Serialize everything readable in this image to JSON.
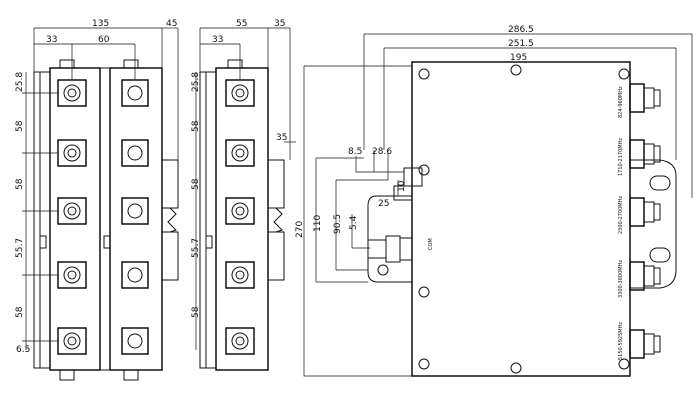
{
  "diagram": {
    "left_view": {
      "top_dims": [
        "135",
        "45",
        "33",
        "60"
      ],
      "side_dims": [
        "25.8",
        "58",
        "58",
        "55.7",
        "58",
        "6.5"
      ]
    },
    "middle_view": {
      "top_dims": [
        "55",
        "35",
        "33"
      ],
      "side_dims": [
        "25.8",
        "58",
        "58",
        "55.7",
        "58"
      ],
      "right_dim": "35"
    },
    "right_view": {
      "top_dims": [
        "286.5",
        "251.5",
        "195"
      ],
      "left_dims": [
        "270",
        "110",
        "90.5",
        "5.4"
      ],
      "bracket_dims": [
        "8.5",
        "28.6",
        "10",
        "25"
      ],
      "port_labels": [
        "824-960MHz",
        "1710-2170MHz",
        "2300-2700MHz",
        "3300-3800MHz",
        "5150-5925MHz"
      ],
      "com_label": "COM"
    }
  }
}
